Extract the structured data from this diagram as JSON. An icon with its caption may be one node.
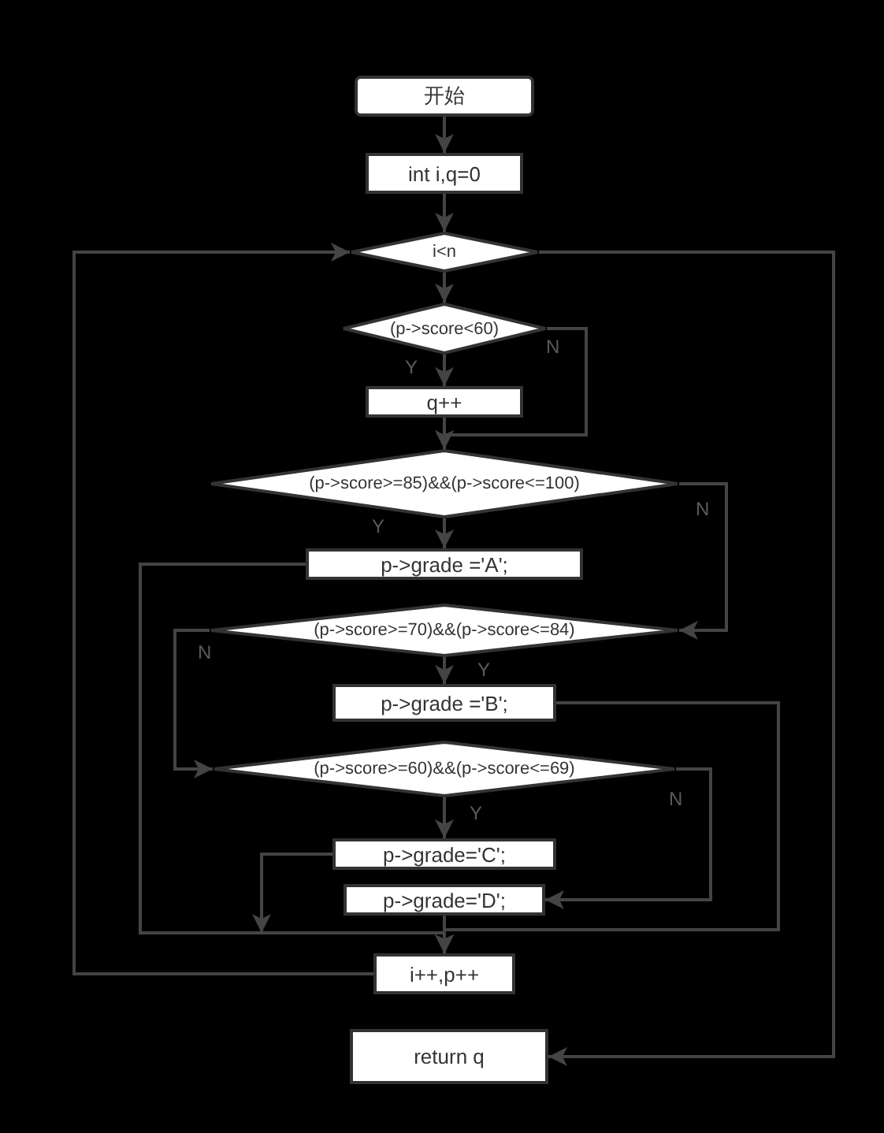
{
  "diagram": {
    "nodes": [
      {
        "text": [
          "开始"
        ]
      },
      {
        "text": [
          "int i,q=0"
        ]
      },
      {
        "text": [
          "i<n"
        ]
      },
      {
        "text": [
          "(p->score<60)"
        ]
      },
      {
        "text": [
          "q++"
        ]
      },
      {
        "text": [
          "(p->score>=85)&&(p->score<=100)"
        ]
      },
      {
        "text": [
          "p->grade ='A';"
        ]
      },
      {
        "text": [
          "(p->score>=70)&&(p->score<=84)"
        ]
      },
      {
        "text": [
          "p->grade ='B';"
        ]
      },
      {
        "text": [
          "(p->score>=60)&&(p->score<=69)"
        ]
      },
      {
        "text": [
          "p->grade='C';"
        ]
      },
      {
        "text": [
          "p->grade='D';"
        ]
      },
      {
        "text": [
          "i++,p++"
        ]
      },
      {
        "text": [
          "return q"
        ]
      }
    ],
    "edges": [
      {
        "from": 0,
        "to": 1,
        "arrow": "to"
      },
      {
        "from": 1,
        "to": 2,
        "arrow": "to"
      },
      {
        "from": 2,
        "to": 3,
        "arrow": "to"
      },
      {
        "from": 3,
        "to": 4,
        "arrow": "to",
        "label": "Y"
      },
      {
        "from": 3,
        "to": 5,
        "arrow": "to",
        "label": "N"
      },
      {
        "from": 4,
        "to": 5,
        "arrow": "to"
      },
      {
        "from": 5,
        "to": 6,
        "arrow": "to",
        "label": "Y"
      },
      {
        "from": 5,
        "to": 7,
        "arrow": "to",
        "label": "N"
      },
      {
        "from": 6,
        "to": 12,
        "arrow": "to"
      },
      {
        "from": 7,
        "to": 8,
        "arrow": "to",
        "label": "Y"
      },
      {
        "from": 7,
        "to": 9,
        "arrow": "to",
        "label": "N"
      },
      {
        "from": 8,
        "to": 12,
        "arrow": "to"
      },
      {
        "from": 9,
        "to": 10,
        "arrow": "to",
        "label": "Y"
      },
      {
        "from": 9,
        "to": 11,
        "arrow": "to",
        "label": "N"
      },
      {
        "from": 10,
        "to": 12,
        "arrow": "to"
      },
      {
        "from": 11,
        "to": 12,
        "arrow": "to"
      },
      {
        "from": 12,
        "to": 2,
        "arrow": "to"
      },
      {
        "from": 2,
        "to": 13,
        "arrow": "to"
      }
    ]
  }
}
